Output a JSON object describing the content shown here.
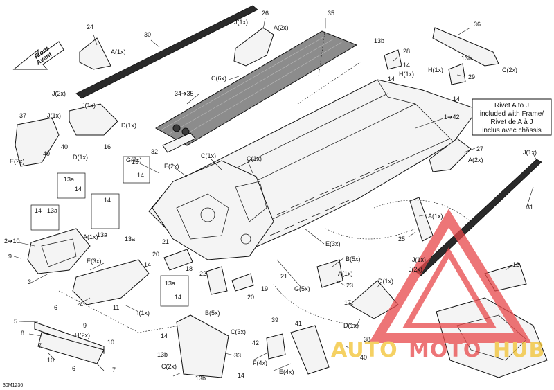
{
  "diagram_code": "30M1236",
  "front_arrow": {
    "line1": "Front",
    "line2": "Avant"
  },
  "note": {
    "line1": "Rivet A to J",
    "line2": "included with Frame/",
    "line3": "Rivet de A à J",
    "line4": "inclus avec châssis"
  },
  "watermark": {
    "brand_a": "AUTO",
    "brand_b": "MOTO",
    "brand_c": "HUB",
    "color": "#e8484a",
    "color_b": "#f2c230"
  },
  "callouts": [
    "24",
    "30",
    "26",
    "35",
    "J(1x)",
    "A(2x)",
    "A(1x)",
    "13b",
    "28",
    "14",
    "H(1x)",
    "14",
    "36",
    "C(2x)",
    "13b",
    "H(1x)",
    "29",
    "14",
    "C(6x)",
    "J(2x)",
    "J(1x)",
    "34➔35",
    "37",
    "J(1x)",
    "D(1x)",
    "40",
    "16",
    "D(1x)",
    "40",
    "E(2x)",
    "32",
    "1➔42",
    "27",
    "J(1x)",
    "G(7x)",
    "E(2x)",
    "C(1x)",
    "C(1x)",
    "15",
    "14",
    "A(2x)",
    "31",
    "13a",
    "14",
    "14",
    "13a",
    "14",
    "13a",
    "2➔10",
    "A(1x)",
    "9",
    "3",
    "E(3x)",
    "13a",
    "14",
    "21",
    "20",
    "18",
    "E(3x)",
    "25",
    "B(5x)",
    "21",
    "22",
    "A(1x)",
    "23",
    "J(1x)",
    "J(2x)",
    "12",
    "19",
    "20",
    "A(1x)",
    "13a",
    "14",
    "B(5x)",
    "G(5x)",
    "4",
    "6",
    "11",
    "5",
    "9",
    "D(1x)",
    "17",
    "I(1x)",
    "8",
    "H(2x)",
    "7",
    "10",
    "10",
    "39",
    "41",
    "D(1x)",
    "14",
    "C(3x)",
    "38",
    "42",
    "40",
    "13b",
    "33",
    "F(4x)",
    "C(2x)",
    "E(4x)",
    "13b",
    "14",
    "7",
    "6"
  ]
}
